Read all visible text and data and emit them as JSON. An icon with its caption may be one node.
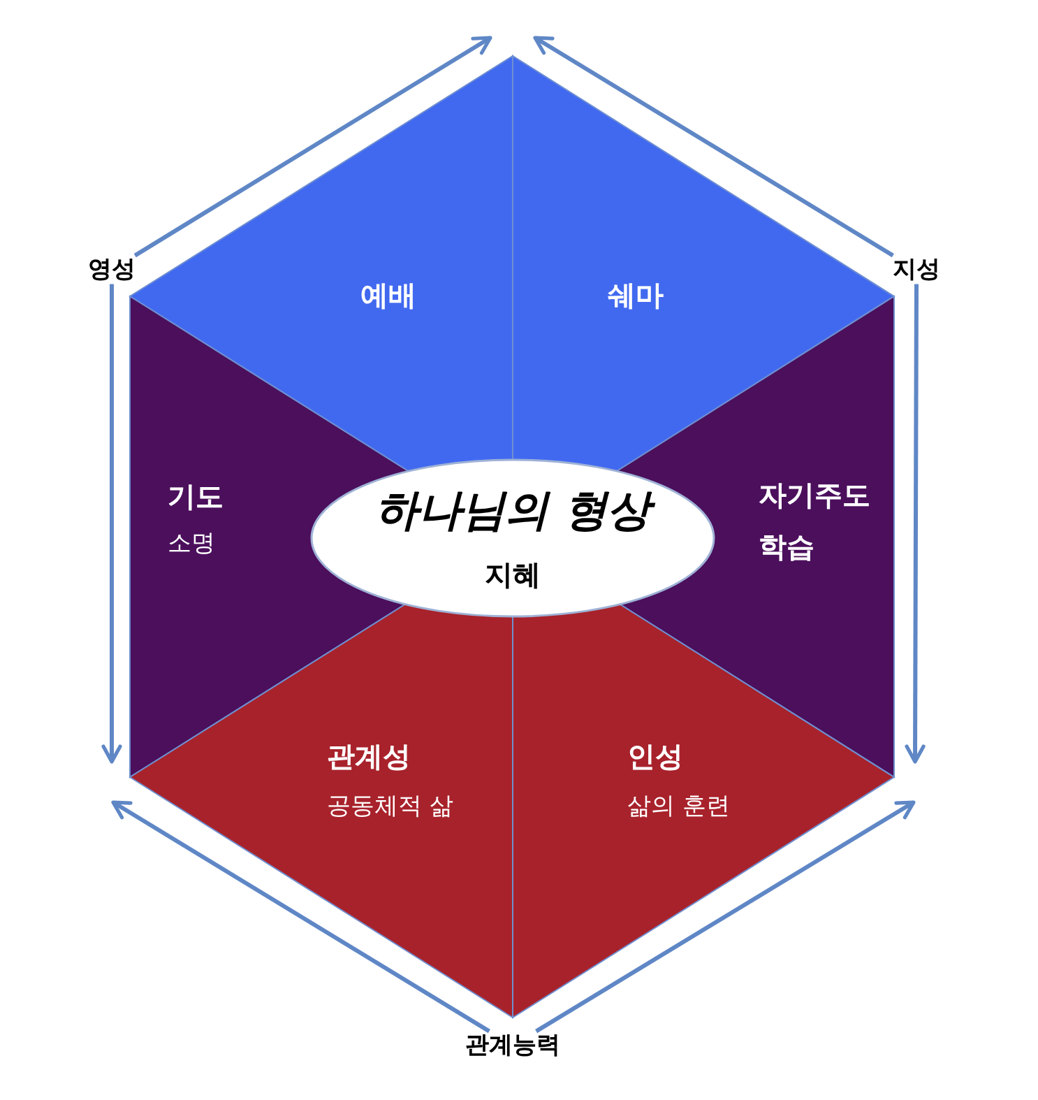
{
  "diagram": {
    "nodes": [
      {
        "text": [
          "영성"
        ]
      },
      {
        "text": [
          "지성"
        ]
      },
      {
        "text": [
          "예배"
        ]
      },
      {
        "text": [
          "쉐마"
        ]
      },
      {
        "text": [
          "기도",
          "소명"
        ]
      },
      {
        "text": [
          "하나님의 형상",
          "지혜"
        ]
      },
      {
        "text": [
          "자기주도 학습"
        ]
      },
      {
        "text": [
          "관계성",
          "공동체적 삶"
        ]
      },
      {
        "text": [
          "인성",
          "삶의 훈련"
        ]
      },
      {
        "text": [
          "관계능력"
        ]
      }
    ],
    "edges": [
      {
        "from": 0,
        "to": null,
        "arrow": "to"
      },
      {
        "from": 1,
        "to": null,
        "arrow": "to"
      },
      {
        "from": 0,
        "to": null,
        "arrow": "to"
      },
      {
        "from": 1,
        "to": null,
        "arrow": "to"
      },
      {
        "from": 9,
        "to": null,
        "arrow": "to"
      },
      {
        "from": 9,
        "to": null,
        "arrow": "to"
      }
    ]
  }
}
